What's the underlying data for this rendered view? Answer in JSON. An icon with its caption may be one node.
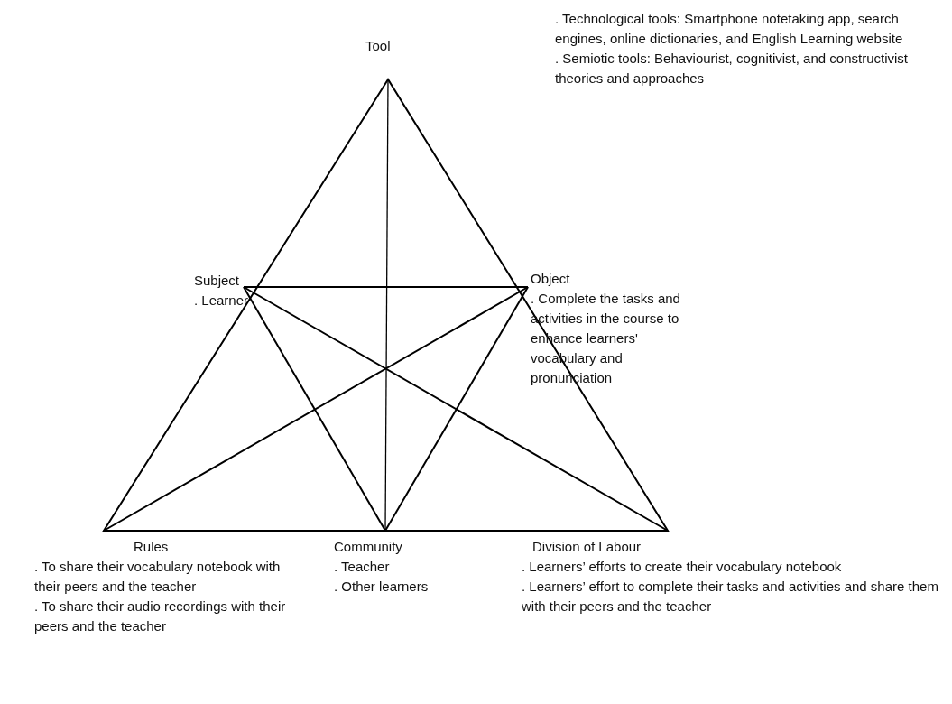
{
  "diagram": {
    "nodes": [
      {
        "text": [
          "Tool"
        ]
      },
      {
        "text": [
          "Subject",
          ". Learner"
        ]
      },
      {
        "text": [
          "Object",
          ". Complete the tasks and activities in the course to enhance learners' vocabulary and pronunciation"
        ]
      },
      {
        "text": [
          "Rules",
          ". To share their vocabulary notebook with their peers and the teacher",
          ". To share their audio recordings with their peers and the teacher"
        ]
      },
      {
        "text": [
          "Community",
          ". Teacher",
          ". Other learners"
        ]
      },
      {
        "text": [
          "Division of Labour",
          ". Learners’ efforts to create their vocabulary notebook",
          ". Learners’ effort to complete their tasks and activities and share them with their peers and the teacher"
        ]
      }
    ],
    "labels": [
      ". Technological tools: Smartphone notetaking app, search engines, online dictionaries, and English Learning website",
      ". Semiotic tools: Behaviourist, cognitivist, and constructivist theories and approaches"
    ]
  }
}
